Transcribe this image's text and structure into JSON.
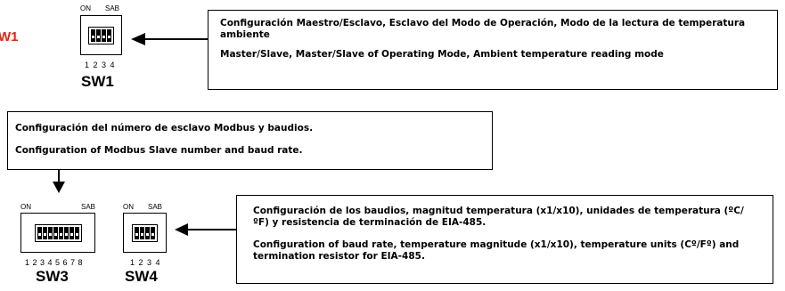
{
  "cut_label": "W1",
  "sw1": {
    "on": "ON",
    "sab": "SAB",
    "nums": "1 2 3 4",
    "name": "SW1",
    "switch_count": 4,
    "box_es": "Configuración Maestro/Esclavo, Esclavo del Modo de Operación, Modo de la lectura de temperatura ambiente",
    "box_en": "Master/Slave, Master/Slave of Operating Mode, Ambient temperature reading mode"
  },
  "sw3": {
    "on": "ON",
    "sab": "SAB",
    "nums": "1 2 3 4 5 6 7 8",
    "name": "SW3",
    "switch_count": 8,
    "box_es": "Configuración del número de esclavo Modbus y baudios.",
    "box_en": "Configuration of Modbus Slave number and baud rate."
  },
  "sw4": {
    "on": "ON",
    "sab": "SAB",
    "nums": "1 2 3 4",
    "name": "SW4",
    "switch_count": 4,
    "box_es": "Configuración de los baudios, magnitud temperatura (x1/x10), unidades de temperatura (ºC/ºF) y resistencia de terminación de EIA-485.",
    "box_en": "Configuration of baud rate, temperature magnitude (x1/x10), temperature units (Cº/Fº) and termination resistor for EIA-485."
  }
}
